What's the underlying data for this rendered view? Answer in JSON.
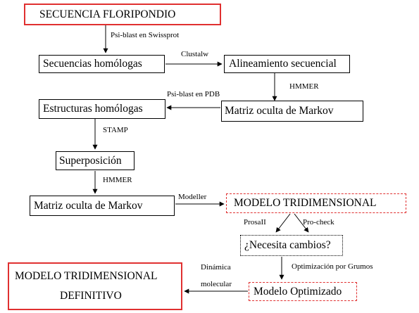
{
  "nodes": {
    "secuencia": "SECUENCIA FLORIPONDIO",
    "homologas": "Secuencias homólogas",
    "alineamiento": "Alineamiento secuencial",
    "estructuras": "Estructuras homólogas",
    "matriz1": "Matriz oculta de Markov",
    "superposicion": "Superposición",
    "matriz2": "Matriz oculta de Markov",
    "modelo": "MODELO TRIDIMENSIONAL",
    "necesita": "¿Necesita cambios?",
    "definitivo_line1": "MODELO TRIDIMENSIONAL",
    "definitivo_line2": "DEFINITIVO",
    "optimizado": "Modelo Optimizado"
  },
  "edges": {
    "psiblast_swissprot": "Psi-blast en Swissprot",
    "clustalw": "Clustalw",
    "hmmer1": "HMMER",
    "psiblast_pdb": "Psi-blast en PDB",
    "stamp": "STAMP",
    "hmmer2": "HMMER",
    "modeller": "Modeller",
    "prosall": "ProsaII",
    "procheck": "Pro-check",
    "dinamica_line1": "Dinámica",
    "dinamica_line2": "molecular",
    "optimizacion": "Optimización por Grumos"
  }
}
